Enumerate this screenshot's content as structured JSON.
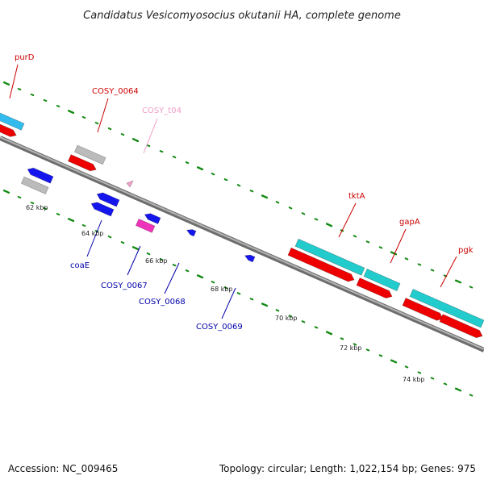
{
  "title": "Candidatus Vesicomyosocius okutanii HA, complete genome",
  "footer": {
    "accession": "Accession: NC_009465",
    "summary": "Topology: circular; Length: 1,022,154 bp; Genes: 975"
  },
  "colors": {
    "backbone": "#8a8a8a",
    "tick": "#138a13",
    "forward_cds": "#ee0000",
    "reverse_cds": "#1515ee",
    "forward_label": "#cc0000",
    "reverse_label": "#0000aa",
    "trna": "#f29ec8",
    "light_blue": "#33bbee",
    "teal": "#22cccc",
    "grey": "#bbbbbb",
    "magenta": "#ee33bb"
  },
  "kbp_labels": [
    "62 kbp",
    "64 kbp",
    "66 kbp",
    "68 kbp",
    "70 kbp",
    "72 kbp",
    "74 kbp"
  ],
  "gene_labels": {
    "purD": "purD",
    "cosy_0064": "COSY_0064",
    "cosy_t04": "COSY_t04",
    "tktA": "tktA",
    "gapA": "gapA",
    "pgk": "pgk",
    "coaE": "coaE",
    "cosy_0067": "COSY_0067",
    "cosy_0068": "COSY_0068",
    "cosy_0069": "COSY_0069"
  }
}
